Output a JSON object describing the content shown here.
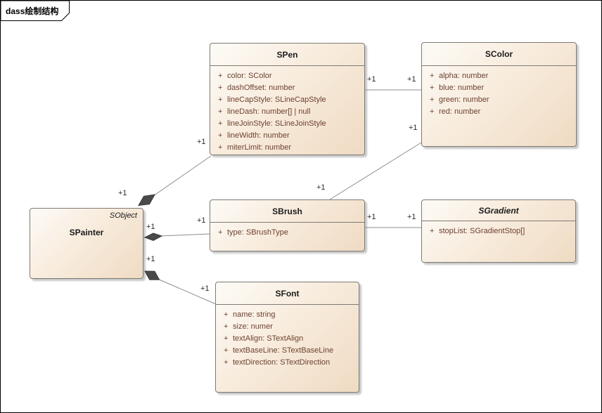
{
  "frame": {
    "label": "dass绘制结构"
  },
  "diagram": {
    "classes": [
      {
        "name": "SPen",
        "attributes": [
          {
            "visibility": "+",
            "text": "color: SColor"
          },
          {
            "visibility": "+",
            "text": "dashOffset: number"
          },
          {
            "visibility": "+",
            "text": "lineCapStyle: SLineCapStyle"
          },
          {
            "visibility": "+",
            "text": "lineDash: number[] | null"
          },
          {
            "visibility": "+",
            "text": "lineJoinStyle: SLineJoinStyle"
          },
          {
            "visibility": "+",
            "text": "lineWidth: number"
          },
          {
            "visibility": "+",
            "text": "miterLimit: number"
          }
        ]
      },
      {
        "name": "SColor",
        "attributes": [
          {
            "visibility": "+",
            "text": "alpha: number"
          },
          {
            "visibility": "+",
            "text": "blue: number"
          },
          {
            "visibility": "+",
            "text": "green: number"
          },
          {
            "visibility": "+",
            "text": "red: number"
          }
        ]
      },
      {
        "name": "SPainter",
        "annotation": "SObject",
        "attributes": []
      },
      {
        "name": "SBrush",
        "attributes": [
          {
            "visibility": "+",
            "text": "type: SBrushType"
          }
        ]
      },
      {
        "name": "SGradient",
        "abstract": true,
        "attributes": [
          {
            "visibility": "+",
            "text": "stopList: SGradientStop[]"
          }
        ]
      },
      {
        "name": "SFont",
        "attributes": [
          {
            "visibility": "+",
            "text": "name: string"
          },
          {
            "visibility": "+",
            "text": "size: numer"
          },
          {
            "visibility": "+",
            "text": "textAlign: STextAlign"
          },
          {
            "visibility": "+",
            "text": "textBaseLine: STextBaseLine"
          },
          {
            "visibility": "+",
            "text": "textDirection: STextDirection"
          }
        ]
      }
    ],
    "connectors": [
      {
        "from": "SPen",
        "to": "SColor",
        "type": "association",
        "from_label": "+1",
        "to_label": "+1"
      },
      {
        "from": "SBrush",
        "to": "SColor",
        "type": "association",
        "from_label": "+1",
        "to_label": "+1"
      },
      {
        "from": "SBrush",
        "to": "SGradient",
        "type": "association",
        "from_label": "+1",
        "to_label": "+1"
      },
      {
        "from": "SPainter",
        "to": "SPen",
        "type": "composition",
        "from_label": "+1",
        "to_label": "+1"
      },
      {
        "from": "SPainter",
        "to": "SBrush",
        "type": "composition",
        "from_label": "+1",
        "to_label": "+1"
      },
      {
        "from": "SPainter",
        "to": "SFont",
        "type": "composition",
        "from_label": "+1",
        "to_label": "+1"
      }
    ],
    "colors": {
      "box_fill_light": "#fdfbf7",
      "box_fill_dark": "#efdbc3",
      "box_border": "#7e7a74",
      "attribute_text": "#6e4130",
      "title_text": "#1c1c1c",
      "connector_line": "#8c8c8c",
      "diamond_fill": "#4a4a4a",
      "frame_border": "#000000"
    }
  }
}
